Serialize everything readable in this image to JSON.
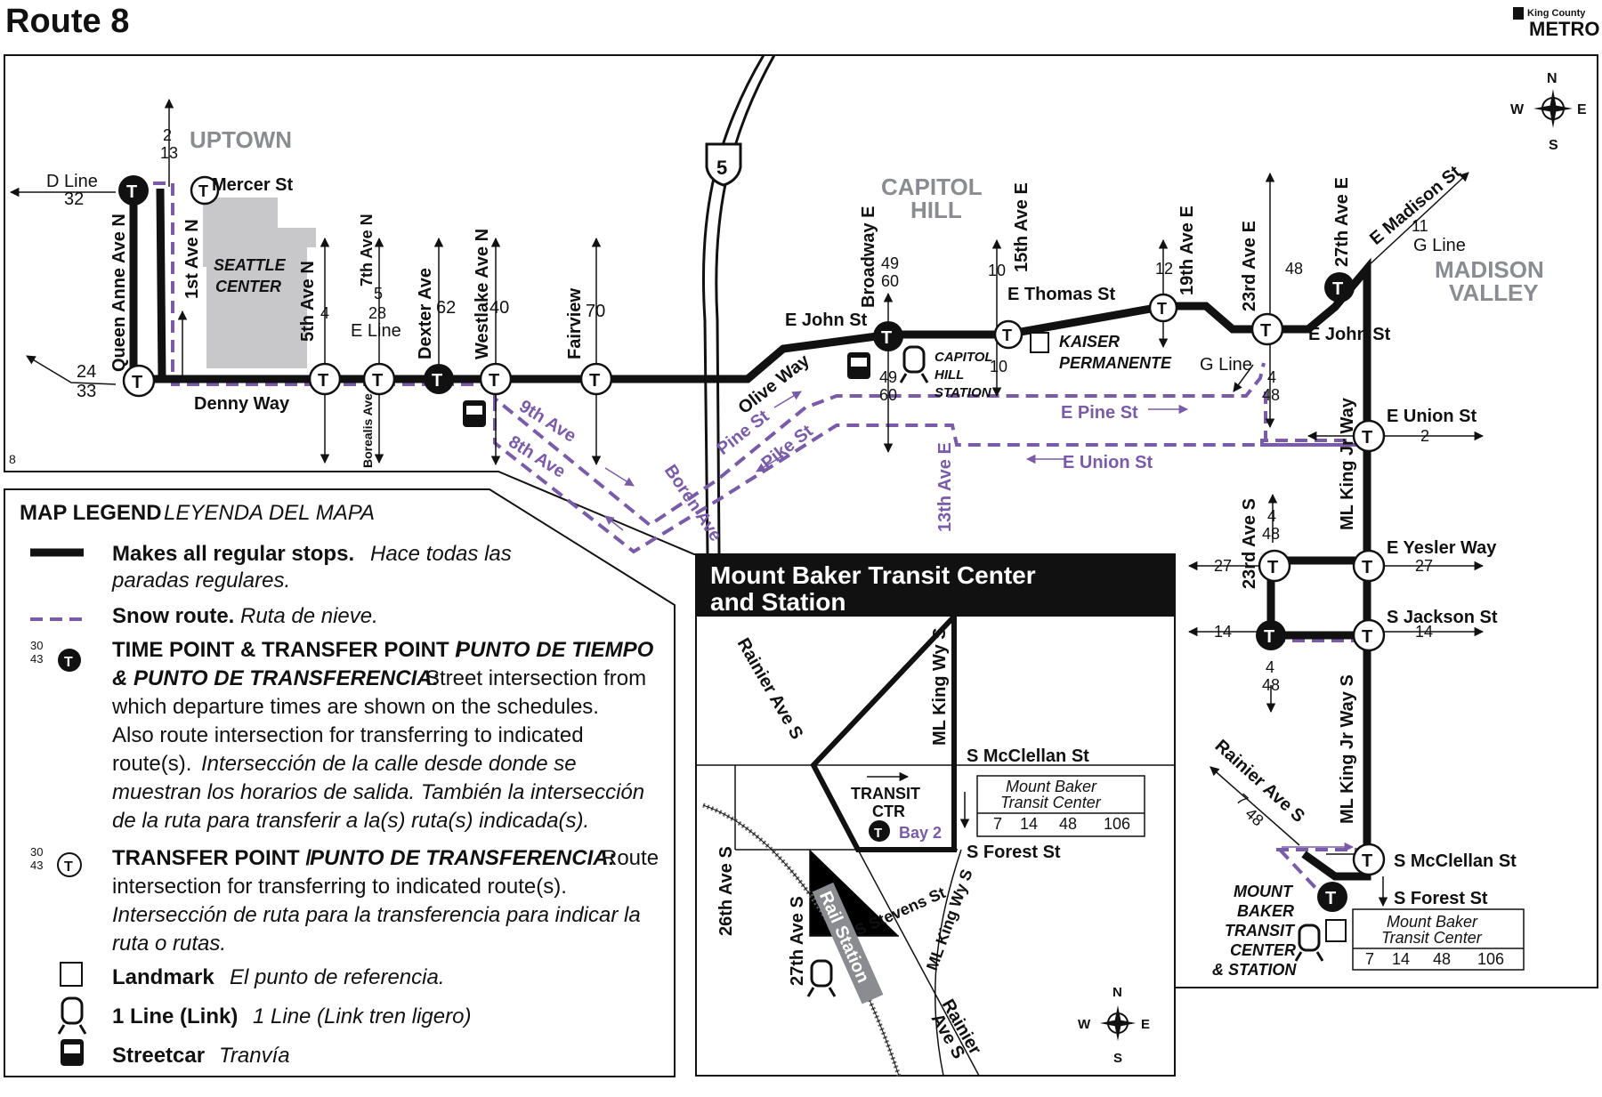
{
  "header": {
    "title": "Route 8",
    "agency_small": "King County",
    "agency_big": "METRO"
  },
  "compass": {
    "n": "N",
    "s": "S",
    "e": "E",
    "w": "W"
  },
  "map_id": "8",
  "interstate": "5",
  "neighborhoods": {
    "uptown": "UPTOWN",
    "capitol_1": "CAPITOL",
    "capitol_2": "HILL",
    "madison_1": "MADISON",
    "madison_2": "VALLEY"
  },
  "landmarks": {
    "seattle_center_1": "SEATTLE",
    "seattle_center_2": "CENTER",
    "kaiser_1": "KAISER",
    "kaiser_2": "PERMANENTE",
    "chs_1": "CAPITOL",
    "chs_2": "HILL",
    "chs_3": "STATION",
    "mbtc_1": "MOUNT",
    "mbtc_2": "BAKER",
    "mbtc_3": "TRANSIT",
    "mbtc_4": "CENTER",
    "mbtc_5": "& STATION"
  },
  "streets": {
    "mercer": "Mercer St",
    "queen_anne": "Queen Anne Ave N",
    "first_ave": "1st Ave N",
    "fifth_ave": "5th Ave N",
    "seventh_ave": "7th Ave N",
    "dexter": "Dexter Ave",
    "westlake": "Westlake Ave N",
    "fairview": "Fairview",
    "borealis": "Borealis Ave",
    "denny": "Denny Way",
    "olive": "Olive Way",
    "broadway": "Broadway E",
    "john": "E John St",
    "fifteenth": "15th Ave E",
    "thomas": "E Thomas St",
    "nineteenth": "19th Ave E",
    "twentythird_e": "23rd Ave E",
    "twentyseventh": "27th Ave E",
    "madison": "E Madison St",
    "john_e": "E John St",
    "union": "E Union St",
    "mlk": "ML King Jr Way",
    "yesler": "E Yesler Way",
    "twentythird_s": "23rd Ave S",
    "jackson": "S Jackson St",
    "mlk_s": "ML King Jr Way S",
    "rainier": "Rainier Ave S",
    "mcclellan": "S McClellan St",
    "forest": "S Forest St",
    "ninth": "9th Ave",
    "eighth": "8th Ave",
    "pine": "Pine St",
    "pike": "Pike St",
    "boren": "Boren Ave",
    "thirteenth": "13th Ave E",
    "e_pine": "E Pine St",
    "e_union": "E Union St"
  },
  "route_labels": {
    "d_line": "D Line",
    "r32": "32",
    "r2": "2",
    "r13": "13",
    "r24": "24",
    "r33": "33",
    "r4": "4",
    "r5": "5",
    "r28": "28",
    "e_line": "E Line",
    "r62": "62",
    "r40": "40",
    "r70": "70",
    "r49": "49",
    "r60": "60",
    "r10": "10",
    "r12": "12",
    "r48": "48",
    "r11": "11",
    "g_line": "G Line",
    "r27": "27",
    "r14": "14",
    "r7": "7"
  },
  "mbtc_table": {
    "title_1": "Mount Baker",
    "title_2": "Transit Center",
    "routes": [
      "7",
      "14",
      "48",
      "106"
    ]
  },
  "legend": {
    "title": "MAP LEGEND",
    "title_es": "LEYENDA DEL MAPA",
    "regular_b": "Makes all regular stops.",
    "regular_es1": "Hace todas las",
    "regular_es2": "paradas regulares.",
    "snow_b": "Snow route.",
    "snow_es": "Ruta de nieve.",
    "tp_b1": "TIME POINT & TRANSFER POINT /",
    "tp_bi1": "PUNTO DE TIEMPO",
    "tp_bi2": "& PUNTO DE TRANSFERENCIA:",
    "tp_r1": "Street intersection from",
    "tp_r2": "which departure times are shown on the schedules.",
    "tp_r3": "Also route intersection for transferring to indicated",
    "tp_r4": "route(s).",
    "tp_i4": "Intersección de la calle desde donde se",
    "tp_i5": "muestran los horarios de salida. También la intersección",
    "tp_i6": "de la ruta para transferir a la(s) ruta(s) indicada(s).",
    "tr_b": "TRANSFER POINT /",
    "tr_bi": "PUNTO DE TRANSFERENCIA:",
    "tr_r1": "Route",
    "tr_r2": "intersection for transferring to indicated route(s).",
    "tr_i3": "Intersección de ruta para la transferencia para indicar la",
    "tr_i4": "ruta o rutas.",
    "lm_b": "Landmark",
    "lm_es": "El punto de referencia.",
    "link_b": "1 Line (Link)",
    "link_es": "1 Line (Link tren ligero)",
    "sc_b": "Streetcar",
    "sc_es": "Tranvía",
    "sample_a": "30",
    "sample_b": "43"
  },
  "inset": {
    "title_1": "Mount Baker Transit Center",
    "title_2": "and Station",
    "rainier": "Rainier Ave S",
    "mlk": "ML King Wy S",
    "mcclellan": "S McClellan St",
    "forest": "S Forest St",
    "tc_1": "TRANSIT",
    "tc_2": "CTR",
    "bay": "Bay 2",
    "table_1": "Mount Baker",
    "table_2": "Transit Center",
    "routes": [
      "7",
      "14",
      "48",
      "106"
    ],
    "ave26": "26th Ave S",
    "ave27": "27th Ave S",
    "stevens": "S Stevens St",
    "mlk2": "ML King Wy S",
    "rainier2a": "Rainier",
    "rainier2b": "Ave S",
    "rail": "Rail Station",
    "n": "N",
    "s": "S",
    "e": "E",
    "w": "W"
  }
}
